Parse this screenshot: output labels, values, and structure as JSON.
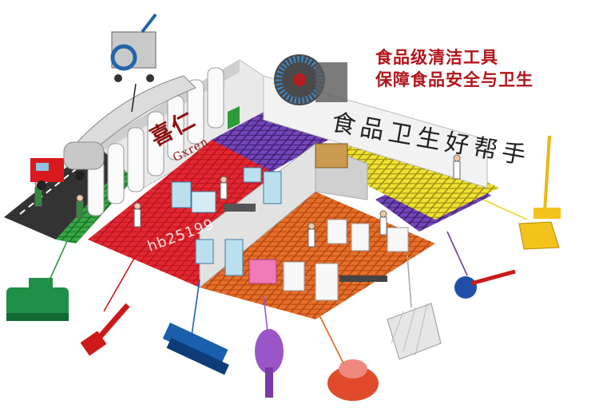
{
  "headline": {
    "line1": "食品级清洁工具",
    "line2": "保障食品安全与卫生"
  },
  "brand": {
    "cn": "喜仁",
    "en": "Gxren"
  },
  "watermark": "hb25199",
  "wall_slogan": "食品卫生好帮手",
  "colors": {
    "headline": "#b1141a",
    "floor_red": "#d21f2b",
    "floor_orange": "#e0661e",
    "floor_yellow": "#e8d92a",
    "floor_purple": "#6a3aa8",
    "floor_green": "#2e9a3a"
  },
  "icons": [
    "tanker-truck-icon",
    "pressure-washer-icon",
    "hose-reel-icon",
    "hand-brush-icon",
    "scrub-brush-icon",
    "push-broom-icon",
    "tube-brush-icon",
    "round-brush-icon",
    "broom-head-icon",
    "bottle-brush-icon",
    "dustpan-set-icon"
  ]
}
